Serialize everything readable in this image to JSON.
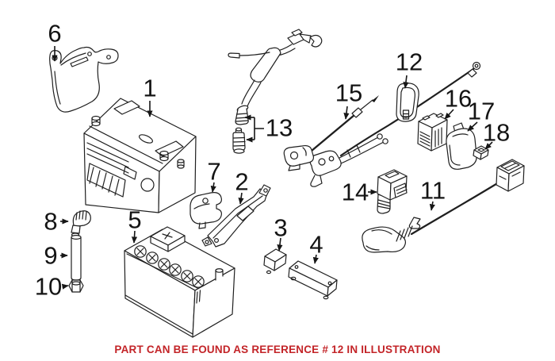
{
  "illustration": {
    "callouts": [
      {
        "label": "1"
      },
      {
        "label": "2"
      },
      {
        "label": "3"
      },
      {
        "label": "4"
      },
      {
        "label": "5"
      },
      {
        "label": "6"
      },
      {
        "label": "7"
      },
      {
        "label": "8"
      },
      {
        "label": "9"
      },
      {
        "label": "10"
      },
      {
        "label": "11"
      },
      {
        "label": "12"
      },
      {
        "label": "13"
      },
      {
        "label": "14"
      },
      {
        "label": "15"
      },
      {
        "label": "16"
      },
      {
        "label": "17"
      },
      {
        "label": "18"
      }
    ]
  },
  "caption": {
    "text": "PART CAN BE FOUND AS REFERENCE # 12 IN ILLUSTRATION"
  },
  "colors": {
    "caption_text": "#c32428",
    "line_art": "#1f1f1f",
    "background": "#ffffff"
  }
}
